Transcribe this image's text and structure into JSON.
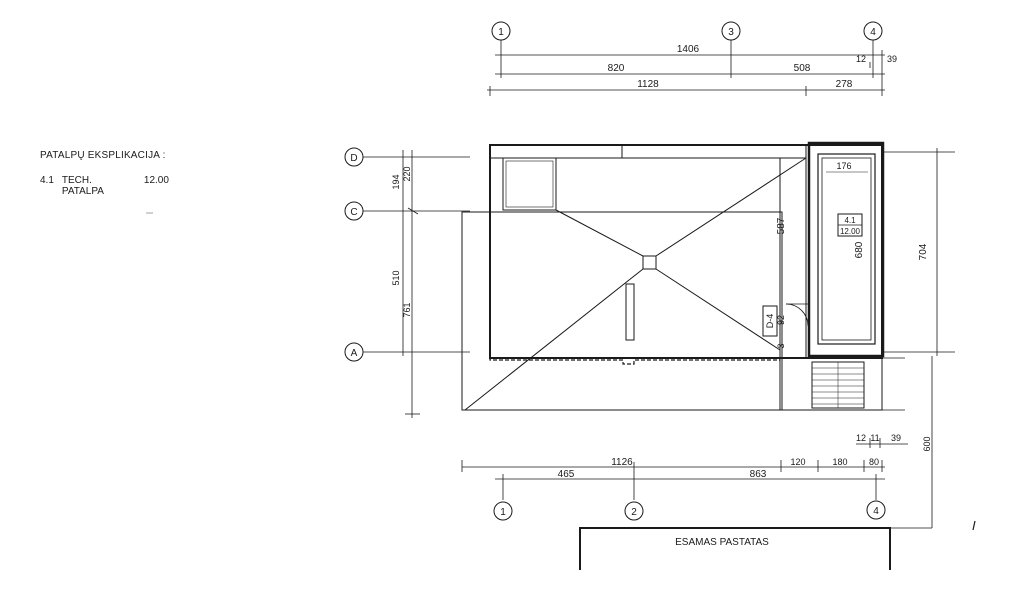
{
  "legend": {
    "title": "PATALPŲ EKSPLIKACIJA :",
    "room_number": "4.1",
    "room_name": "TECH. PATALPA",
    "room_area": "12.00"
  },
  "axes": {
    "top": [
      "1",
      "3",
      "4"
    ],
    "bottom": [
      "1",
      "2",
      "4"
    ],
    "left": [
      "D",
      "C",
      "A"
    ]
  },
  "dimensions": {
    "top": [
      "1406",
      "12",
      "39",
      "820",
      "508",
      "1128",
      "278"
    ],
    "bottom": [
      "12",
      "11",
      "39",
      "1126",
      "120",
      "180",
      "80",
      "465",
      "863"
    ],
    "left": [
      "194",
      "220",
      "510",
      "761"
    ],
    "right": [
      "704",
      "600"
    ],
    "inner": [
      "176",
      "587",
      "680",
      "92",
      "3"
    ]
  },
  "room_tag": {
    "number": "4.1",
    "area": "12.00"
  },
  "section_mark": "D-4",
  "existing_building": "ESAMAS PASTATAS"
}
